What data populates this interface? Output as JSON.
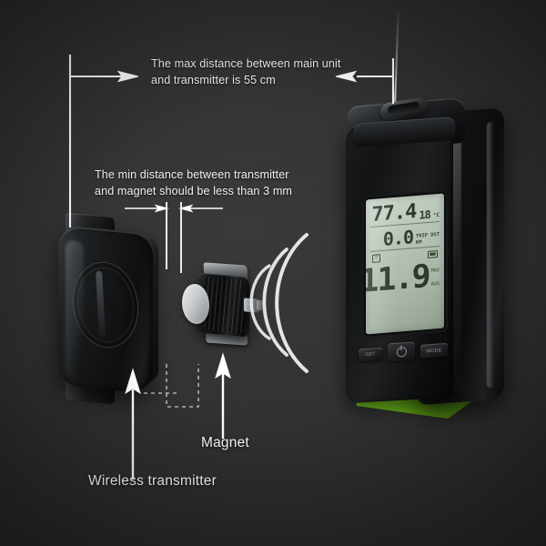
{
  "image": {
    "kind": "product-infographic",
    "background_color": "#2c2c2c"
  },
  "annotations": [
    {
      "id": "max-distance",
      "line1": "The max distance between main unit",
      "line2": "and transmitter is 55 cm",
      "value": "55",
      "unit": "cm"
    },
    {
      "id": "min-distance",
      "line1": "The min distance between transmitter",
      "line2": "and magnet should be less than 3 mm",
      "value": "3",
      "unit": "mm"
    }
  ],
  "callouts": [
    {
      "id": "wireless-transmitter",
      "label": "Wireless transmitter"
    },
    {
      "id": "magnet",
      "label": "Magnet"
    }
  ],
  "main_unit": {
    "name": "main-unit",
    "shell_color": "#111213",
    "bracket_color": "#7ed321",
    "lcd": {
      "background_color": "#b9c5b8",
      "segment_color": "#2c3a2e",
      "row_speed": {
        "value": "77.4",
        "secondary": "18",
        "unit": "°C"
      },
      "row_trip": {
        "value": "0.0",
        "unit_top": "TRIP DST",
        "unit_bottom": "KM"
      },
      "indicators": [
        "clock-icon",
        "battery-icon"
      ],
      "row_main": {
        "value": "11.9",
        "side_labels": [
          "MAX",
          "AVG"
        ]
      }
    },
    "buttons": [
      {
        "id": "set-button",
        "label": "SET"
      },
      {
        "id": "power-button",
        "label": "",
        "icon": "power-icon"
      },
      {
        "id": "mode-button",
        "label": "MODE"
      }
    ]
  },
  "transmitter": {
    "name": "wireless-transmitter",
    "body_color": "#16181a"
  },
  "magnet": {
    "name": "magnet",
    "face_color": "#c9cdd0",
    "body_color": "#0d0e0f"
  },
  "signal": {
    "name": "wireless-signal-waves",
    "arc_count": 3,
    "color": "#e8eaec"
  },
  "dimension_lines": {
    "color": "#ffffff"
  }
}
